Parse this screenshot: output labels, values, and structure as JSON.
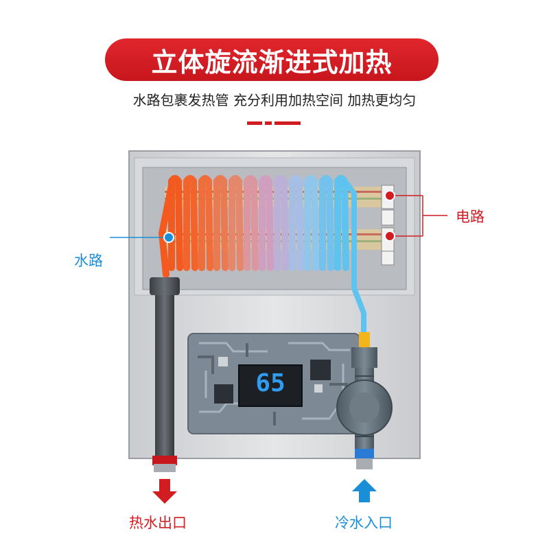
{
  "header": {
    "title": "立体旋流渐进式加热",
    "subtitle": "水路包裹发热管 充分利用加热空间 加热更均匀"
  },
  "diagram": {
    "water_path_label": "水路",
    "circuit_label": "电路",
    "hot_outlet_label": "热水出口",
    "cold_inlet_label": "冷水入口",
    "display_value": "65"
  },
  "colors": {
    "brand_red": "#d11c22",
    "callout_blue": "#1a8fd8",
    "hot_coil": "#f35a1f",
    "cold_coil": "#5ec3ee",
    "display_digits": "#2f9cf0"
  }
}
